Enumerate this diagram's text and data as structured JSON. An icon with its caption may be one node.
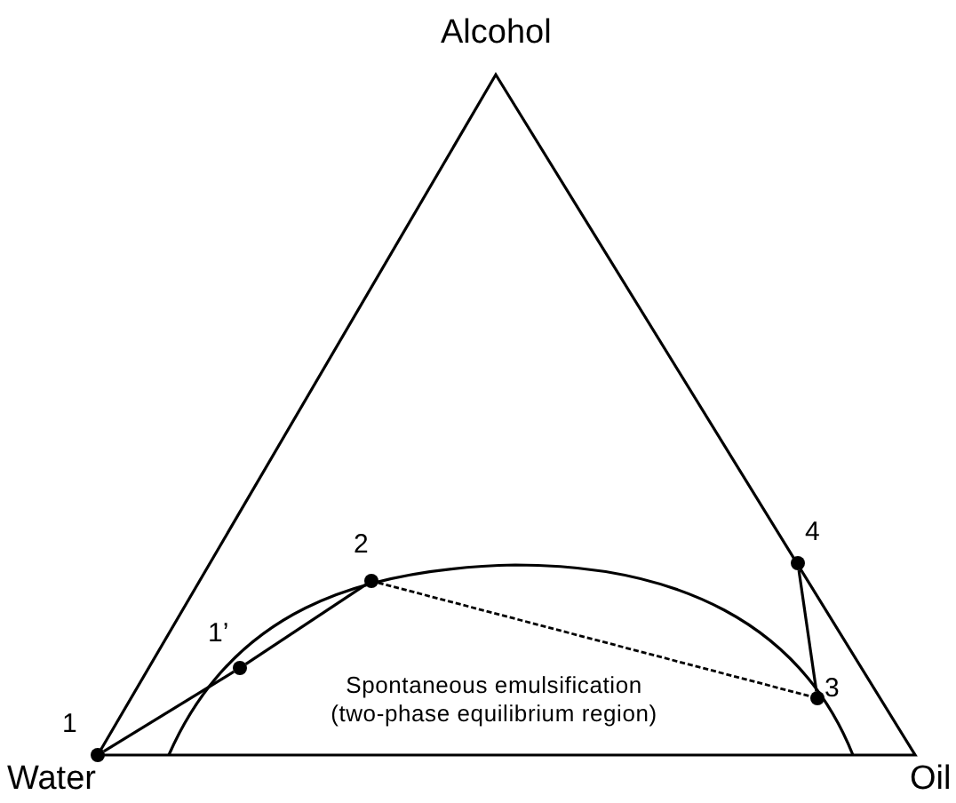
{
  "diagram": {
    "nodes": [
      {
        "text": [
          "1"
        ]
      },
      {
        "text": [
          "1’"
        ]
      },
      {
        "text": [
          "2"
        ]
      },
      {
        "text": [
          "3"
        ]
      },
      {
        "text": [
          "4"
        ]
      }
    ],
    "edges": [
      {
        "from": 0,
        "to": 1,
        "arrow": "none"
      },
      {
        "from": 1,
        "to": 2,
        "arrow": "none"
      },
      {
        "from": 2,
        "to": 3,
        "arrow": "none",
        "style": "dashed"
      },
      {
        "from": 3,
        "to": 4,
        "arrow": "none"
      }
    ],
    "labels": [
      "Alcohol",
      "Spontaneous emulsification (two-phase equilibrium region)",
      "Water",
      "Oil"
    ]
  }
}
